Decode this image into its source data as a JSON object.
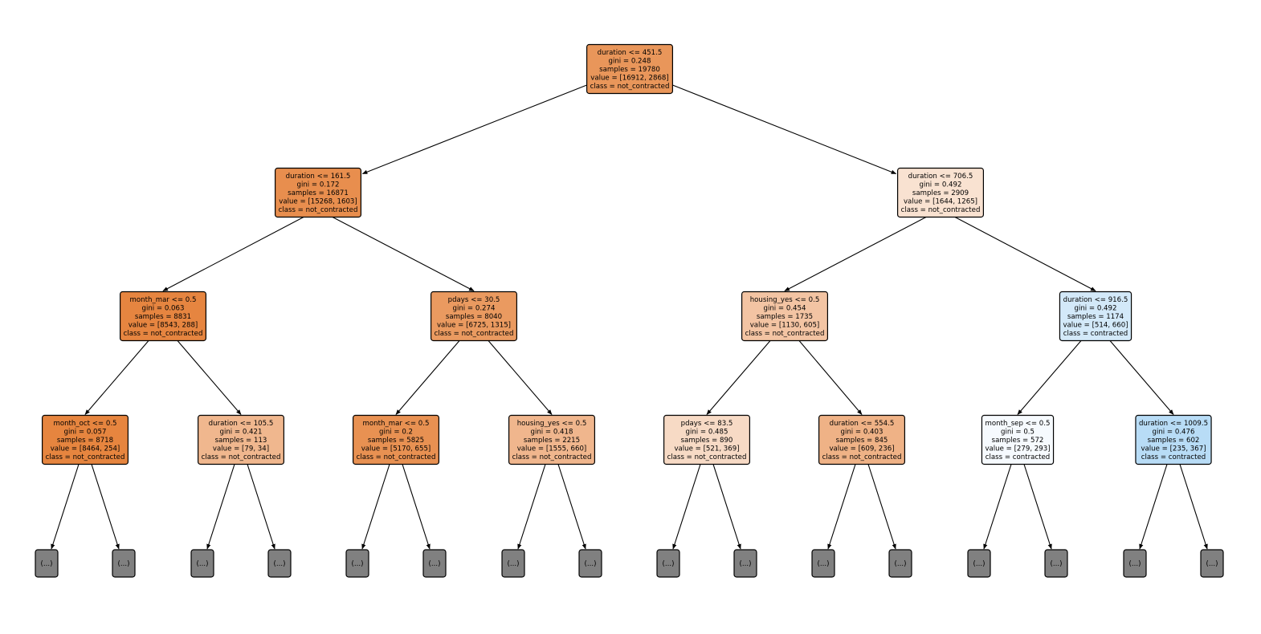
{
  "tree": {
    "nodes": [
      {
        "id": "n0",
        "lines": [
          "duration <= 451.5",
          "gini = 0.248",
          "samples = 19780",
          "value = [16912, 2868]",
          "class = not_contracted"
        ],
        "color": "#e9965a"
      },
      {
        "id": "n1",
        "lines": [
          "duration <= 161.5",
          "gini = 0.172",
          "samples = 16871",
          "value = [15268, 1603]",
          "class = not_contracted"
        ],
        "color": "#e88e4e"
      },
      {
        "id": "n2",
        "lines": [
          "duration <= 706.5",
          "gini = 0.492",
          "samples = 2909",
          "value = [1644, 1265]",
          "class = not_contracted"
        ],
        "color": "#f9e2d1"
      },
      {
        "id": "n3",
        "lines": [
          "month_mar <= 0.5",
          "gini = 0.063",
          "samples = 8831",
          "value = [8543, 288]",
          "class = not_contracted"
        ],
        "color": "#e68540"
      },
      {
        "id": "n4",
        "lines": [
          "pdays <= 30.5",
          "gini = 0.274",
          "samples = 8040",
          "value = [6725, 1315]",
          "class = not_contracted"
        ],
        "color": "#ea9a60"
      },
      {
        "id": "n5",
        "lines": [
          "housing_yes <= 0.5",
          "gini = 0.454",
          "samples = 1735",
          "value = [1130, 605]",
          "class = not_contracted"
        ],
        "color": "#f3c4a3"
      },
      {
        "id": "n6",
        "lines": [
          "duration <= 916.5",
          "gini = 0.492",
          "samples = 1174",
          "value = [514, 660]",
          "class = contracted"
        ],
        "color": "#d3e9f9"
      },
      {
        "id": "n7",
        "lines": [
          "month_oct <= 0.5",
          "gini = 0.057",
          "samples = 8718",
          "value = [8464, 254]",
          "class = not_contracted"
        ],
        "color": "#e6853f"
      },
      {
        "id": "n8",
        "lines": [
          "duration <= 105.5",
          "gini = 0.421",
          "samples = 113",
          "value = [79, 34]",
          "class = not_contracted"
        ],
        "color": "#f0b78e"
      },
      {
        "id": "n9",
        "lines": [
          "month_mar <= 0.5",
          "gini = 0.2",
          "samples = 5825",
          "value = [5170, 655]",
          "class = not_contracted"
        ],
        "color": "#e89152"
      },
      {
        "id": "n10",
        "lines": [
          "housing_yes <= 0.5",
          "gini = 0.418",
          "samples = 2215",
          "value = [1555, 660]",
          "class = not_contracted"
        ],
        "color": "#f0b68d"
      },
      {
        "id": "n11",
        "lines": [
          "pdays <= 83.5",
          "gini = 0.485",
          "samples = 890",
          "value = [521, 369]",
          "class = not_contracted"
        ],
        "color": "#f7dac5"
      },
      {
        "id": "n12",
        "lines": [
          "duration <= 554.5",
          "gini = 0.403",
          "samples = 845",
          "value = [609, 236]",
          "class = not_contracted"
        ],
        "color": "#efb286"
      },
      {
        "id": "n13",
        "lines": [
          "month_sep <= 0.5",
          "gini = 0.5",
          "samples = 572",
          "value = [279, 293]",
          "class = contracted"
        ],
        "color": "#f6fafe"
      },
      {
        "id": "n14",
        "lines": [
          "duration <= 1009.5",
          "gini = 0.476",
          "samples = 602",
          "value = [235, 367]",
          "class = contracted"
        ],
        "color": "#b8dcf6"
      }
    ],
    "truncated_label": "(...)",
    "truncated_color": "#808080",
    "edges": [
      [
        "n0",
        "n1"
      ],
      [
        "n0",
        "n2"
      ],
      [
        "n1",
        "n3"
      ],
      [
        "n1",
        "n4"
      ],
      [
        "n2",
        "n5"
      ],
      [
        "n2",
        "n6"
      ],
      [
        "n3",
        "n7"
      ],
      [
        "n3",
        "n8"
      ],
      [
        "n4",
        "n9"
      ],
      [
        "n4",
        "n10"
      ],
      [
        "n5",
        "n11"
      ],
      [
        "n5",
        "n12"
      ],
      [
        "n6",
        "n13"
      ],
      [
        "n6",
        "n14"
      ]
    ]
  }
}
